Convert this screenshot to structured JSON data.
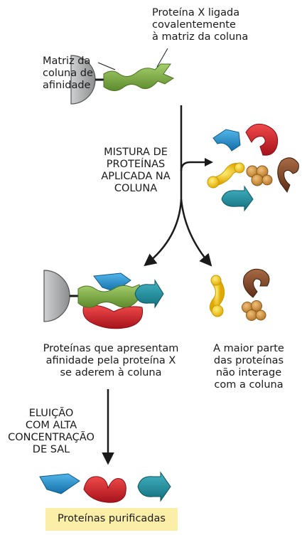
{
  "labels": {
    "protein_x": [
      "Proteína X ligada",
      "covalentemente",
      "à matriz da coluna"
    ],
    "matrix": [
      "Matriz da",
      "coluna de",
      "afinidade"
    ],
    "mixture": [
      "MISTURA DE",
      "PROTEÍNAS",
      "APLICADA NA",
      "COLUNA"
    ],
    "bound": [
      "Proteínas que apresentam",
      "afinidade pela proteína X",
      "se aderem à coluna"
    ],
    "unbound": [
      "A maior parte",
      "das proteínas",
      "não interage",
      "com a coluna"
    ],
    "elution": [
      "ELUIÇÃO",
      "COM ALTA",
      "CONCENTRAÇÃO",
      "DE SAL"
    ],
    "result": "Proteínas purificadas"
  },
  "colors": {
    "matrix": "#9a9b9c",
    "protein_x": "#7ca646",
    "blue": "#1f8fd0",
    "red": "#d51f2a",
    "teal": "#1f93a3",
    "yellow": "#f2c20c",
    "tan": "#d79a45",
    "brown": "#8a4a2a",
    "result_box": "#fbeea6"
  }
}
